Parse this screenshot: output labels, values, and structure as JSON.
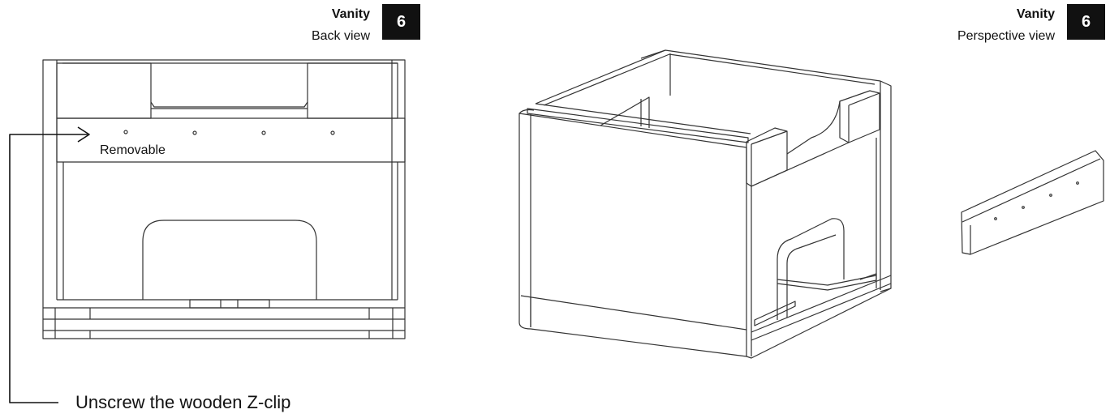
{
  "panels": {
    "left": {
      "title": "Vanity",
      "subtitle": "Back view",
      "step": "6"
    },
    "right": {
      "title": "Vanity",
      "subtitle": "Perspective view",
      "step": "6"
    }
  },
  "labels": {
    "removable": "Removable",
    "instruction": "Unscrew the wooden Z-clip"
  },
  "colors": {
    "line": "#333333",
    "badge_bg": "#111111",
    "badge_text": "#ffffff"
  }
}
